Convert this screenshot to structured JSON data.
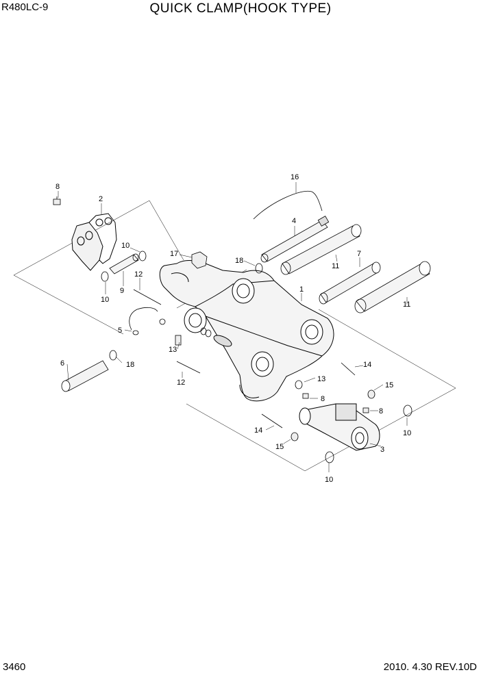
{
  "header": {
    "model": "R480LC-9",
    "title": "QUICK CLAMP(HOOK TYPE)"
  },
  "footer": {
    "page": "3460",
    "revision": "2010. 4.30  REV.10D"
  },
  "callouts": [
    "1",
    "2",
    "3",
    "4",
    "5",
    "6",
    "7",
    "8",
    "8",
    "8",
    "9",
    "10",
    "10",
    "10",
    "10",
    "11",
    "11",
    "12",
    "12",
    "13",
    "13",
    "14",
    "14",
    "15",
    "15",
    "16",
    "17",
    "18",
    "18"
  ]
}
